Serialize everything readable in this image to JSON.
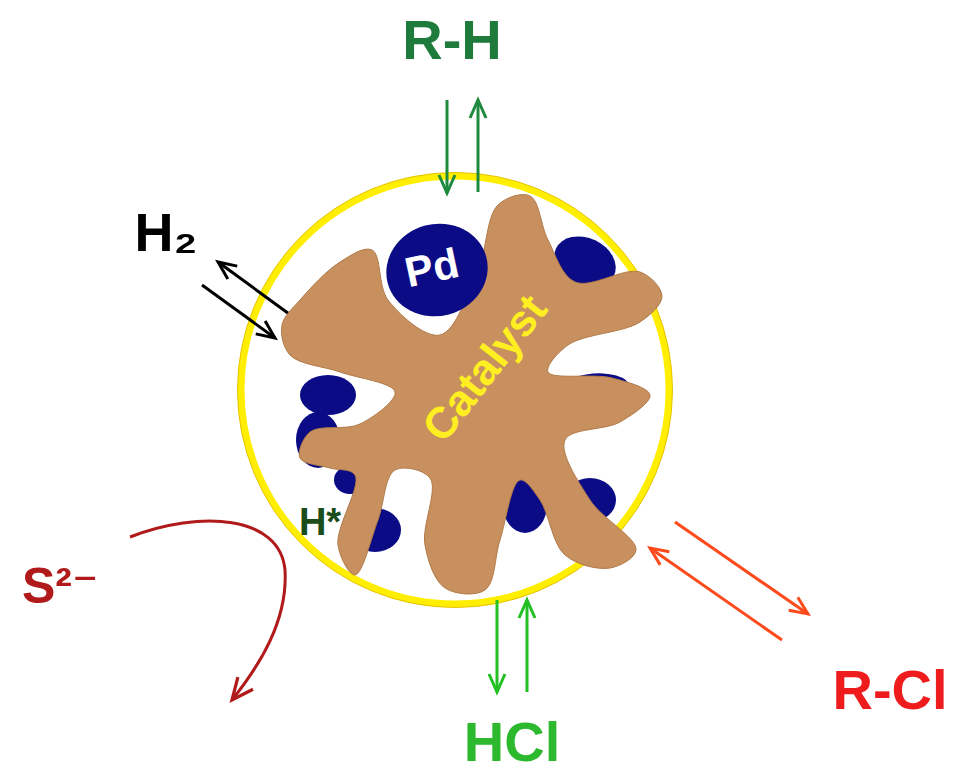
{
  "diagram": {
    "nodes": [
      {
        "text": [
          "Catalyst"
        ]
      },
      {
        "text": [
          "Pd"
        ],
        "in": 0
      }
    ],
    "labels": [
      "R-H",
      "H₂",
      "S²⁻",
      "H*",
      "HCl",
      "R-Cl"
    ]
  }
}
